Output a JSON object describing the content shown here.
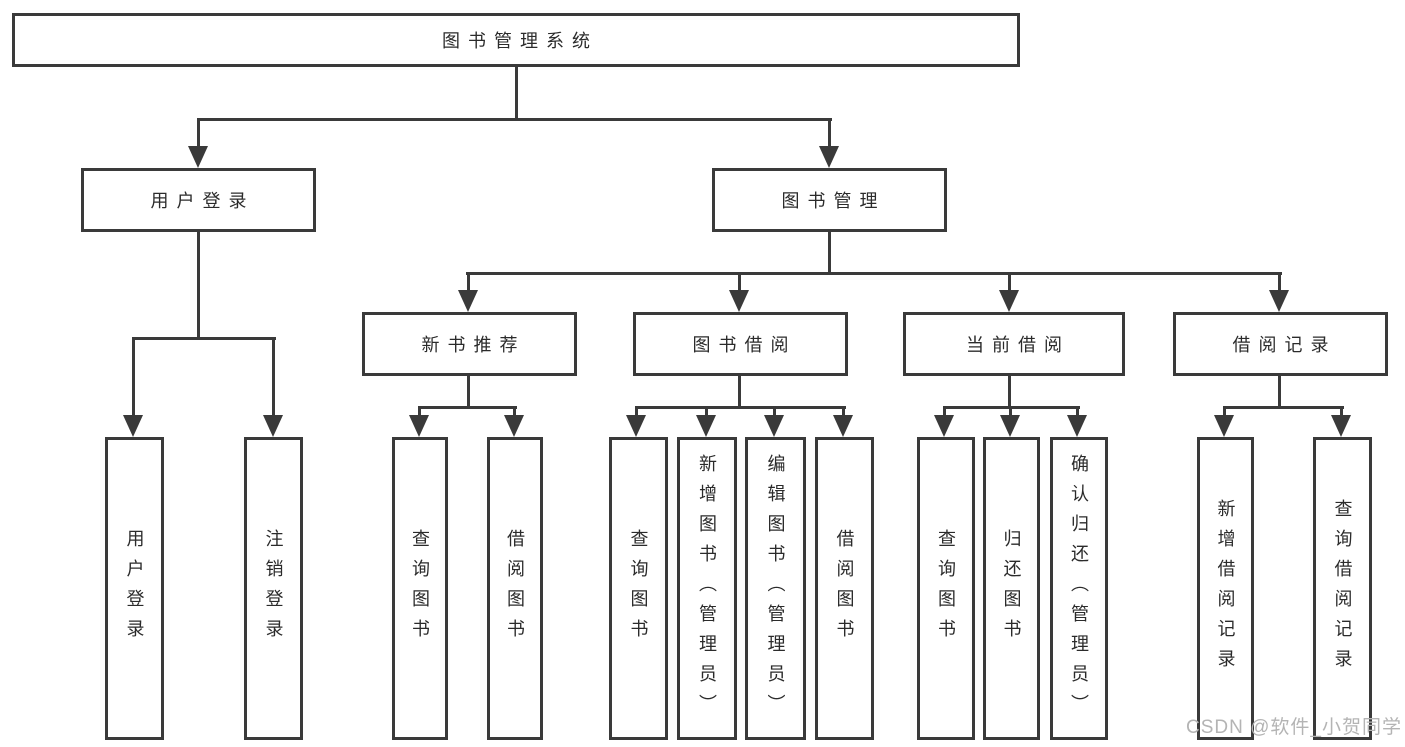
{
  "diagram": {
    "root": {
      "label": "图书管理系统"
    },
    "branches": [
      {
        "label": "用户登录",
        "children": [
          {
            "label": "用户登录"
          },
          {
            "label": "注销登录"
          }
        ]
      },
      {
        "label": "图书管理",
        "children": [
          {
            "label": "新书推荐",
            "children": [
              {
                "label": "查询图书"
              },
              {
                "label": "借阅图书"
              }
            ]
          },
          {
            "label": "图书借阅",
            "children": [
              {
                "label": "查询图书"
              },
              {
                "label": "新增图书（管理员）"
              },
              {
                "label": "编辑图书（管理员）"
              },
              {
                "label": "借阅图书"
              }
            ]
          },
          {
            "label": "当前借阅",
            "children": [
              {
                "label": "查询图书"
              },
              {
                "label": "归还图书"
              },
              {
                "label": "确认归还（管理员）"
              }
            ]
          },
          {
            "label": "借阅记录",
            "children": [
              {
                "label": "新增借阅记录"
              },
              {
                "label": "查询借阅记录"
              }
            ]
          }
        ]
      }
    ]
  },
  "watermark": {
    "text": "CSDN @软件_小贺同学"
  },
  "colors": {
    "line": "#3a3a3a",
    "text": "#2b2b2b",
    "watermark": "#b4b4b4",
    "background": "#ffffff"
  }
}
